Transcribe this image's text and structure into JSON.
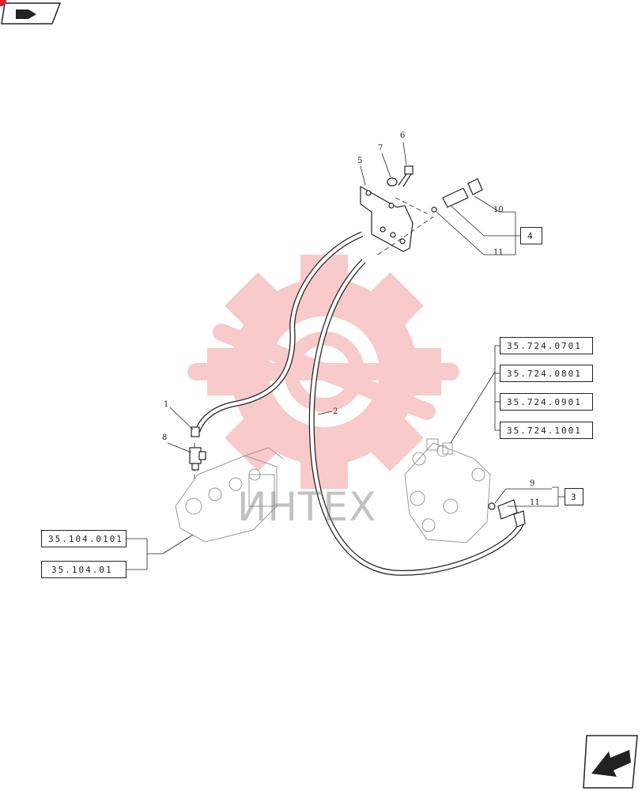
{
  "watermark": {
    "text": "ИНТЕХ",
    "gear_color": "#f08080"
  },
  "callouts": [
    {
      "id": "c1",
      "label": "1"
    },
    {
      "id": "c2",
      "label": "2"
    },
    {
      "id": "c5",
      "label": "5"
    },
    {
      "id": "c6",
      "label": "6"
    },
    {
      "id": "c7",
      "label": "7"
    },
    {
      "id": "c8",
      "label": "8"
    },
    {
      "id": "c9",
      "label": "9"
    },
    {
      "id": "c10",
      "label": "10"
    },
    {
      "id": "c11a",
      "label": "11"
    },
    {
      "id": "c11b",
      "label": "11"
    }
  ],
  "group_boxes": {
    "box4": "4",
    "box3": "3"
  },
  "references": {
    "valve": [
      "35.724.0701",
      "35.724.0801",
      "35.724.0901",
      "35.724.1001"
    ],
    "pump": [
      "35.104.0101",
      "35.104.01"
    ]
  },
  "icons": {
    "top_nav": "prev-page-arrow-icon",
    "bottom_nav": "next-page-arrow-icon"
  }
}
